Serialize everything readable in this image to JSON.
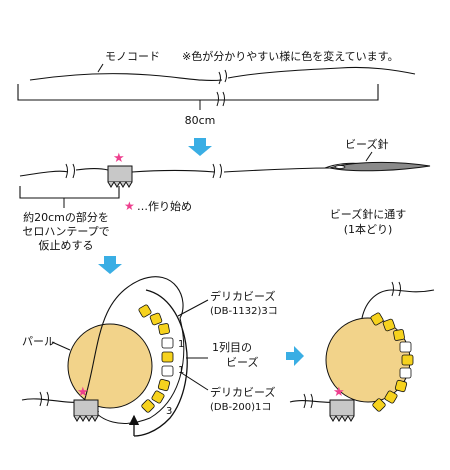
{
  "step1": {
    "cord_label": "モノコード",
    "note": "※色が分かりやすい様に色を変えています。",
    "length": "80cm"
  },
  "step2": {
    "needle_label": "ビーズ針",
    "start_mark": "★",
    "start_label": "…作り始め",
    "tape_note_1": "約20cmの部分を",
    "tape_note_2": "セロハンテープで",
    "tape_note_3": "仮止めする",
    "thread_note_1": "ビーズ針に通す",
    "thread_note_2": "(1本どり)"
  },
  "step3": {
    "pearl_label": "パール",
    "delica_1_name": "デリカビーズ",
    "delica_1_code": "(DB-1132)3コ",
    "row_1": "1列目の",
    "row_2": "ビーズ",
    "delica_2_name": "デリカビーズ",
    "delica_2_code": "(DB-200)1コ",
    "count_a": "1",
    "count_b": "1",
    "count_c": "3"
  },
  "colors": {
    "pearl": "#f2d38a",
    "bead_yellow": "#f6d21e",
    "bead_white": "#ffffff",
    "arrow_blue": "#3aaee4",
    "star_pink": "#ee3f8e",
    "tape": "#c8c8c8"
  }
}
